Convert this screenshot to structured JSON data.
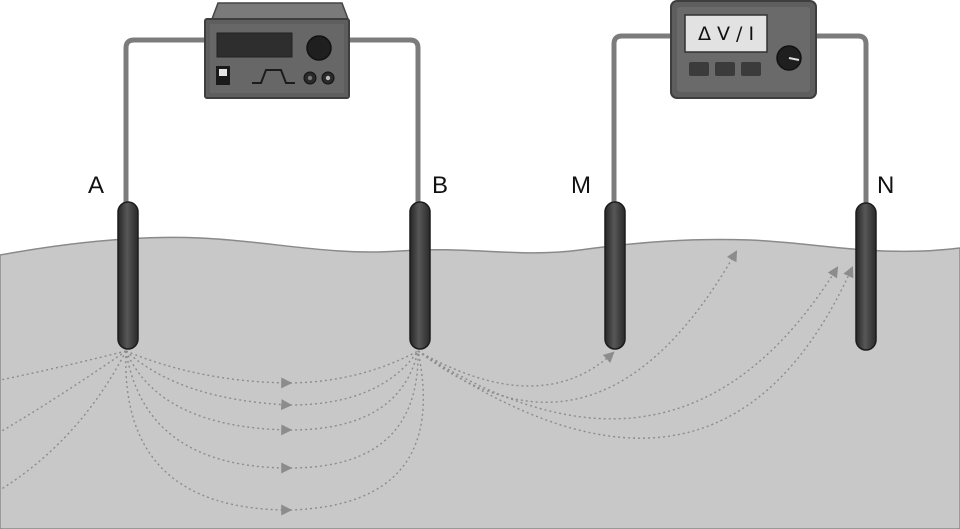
{
  "electrodes": {
    "a": {
      "label": "A"
    },
    "b": {
      "label": "B"
    },
    "m": {
      "label": "M"
    },
    "n": {
      "label": "N"
    }
  },
  "meter": {
    "readout": "Δ V / I"
  },
  "colors": {
    "ground": "#c8c8c8",
    "ground_edge": "#8a8a8a",
    "electrode": "#3e3e3e",
    "wire": "#7c7c7c",
    "device": "#5e5e5e",
    "field_line": "#8c8c8c"
  },
  "icons": {
    "power_switch": "power-switch-icon",
    "pulse_symbol": "square-pulse-icon",
    "output_jacks": "jack-terminal-icon",
    "knob": "rotary-knob-icon"
  }
}
